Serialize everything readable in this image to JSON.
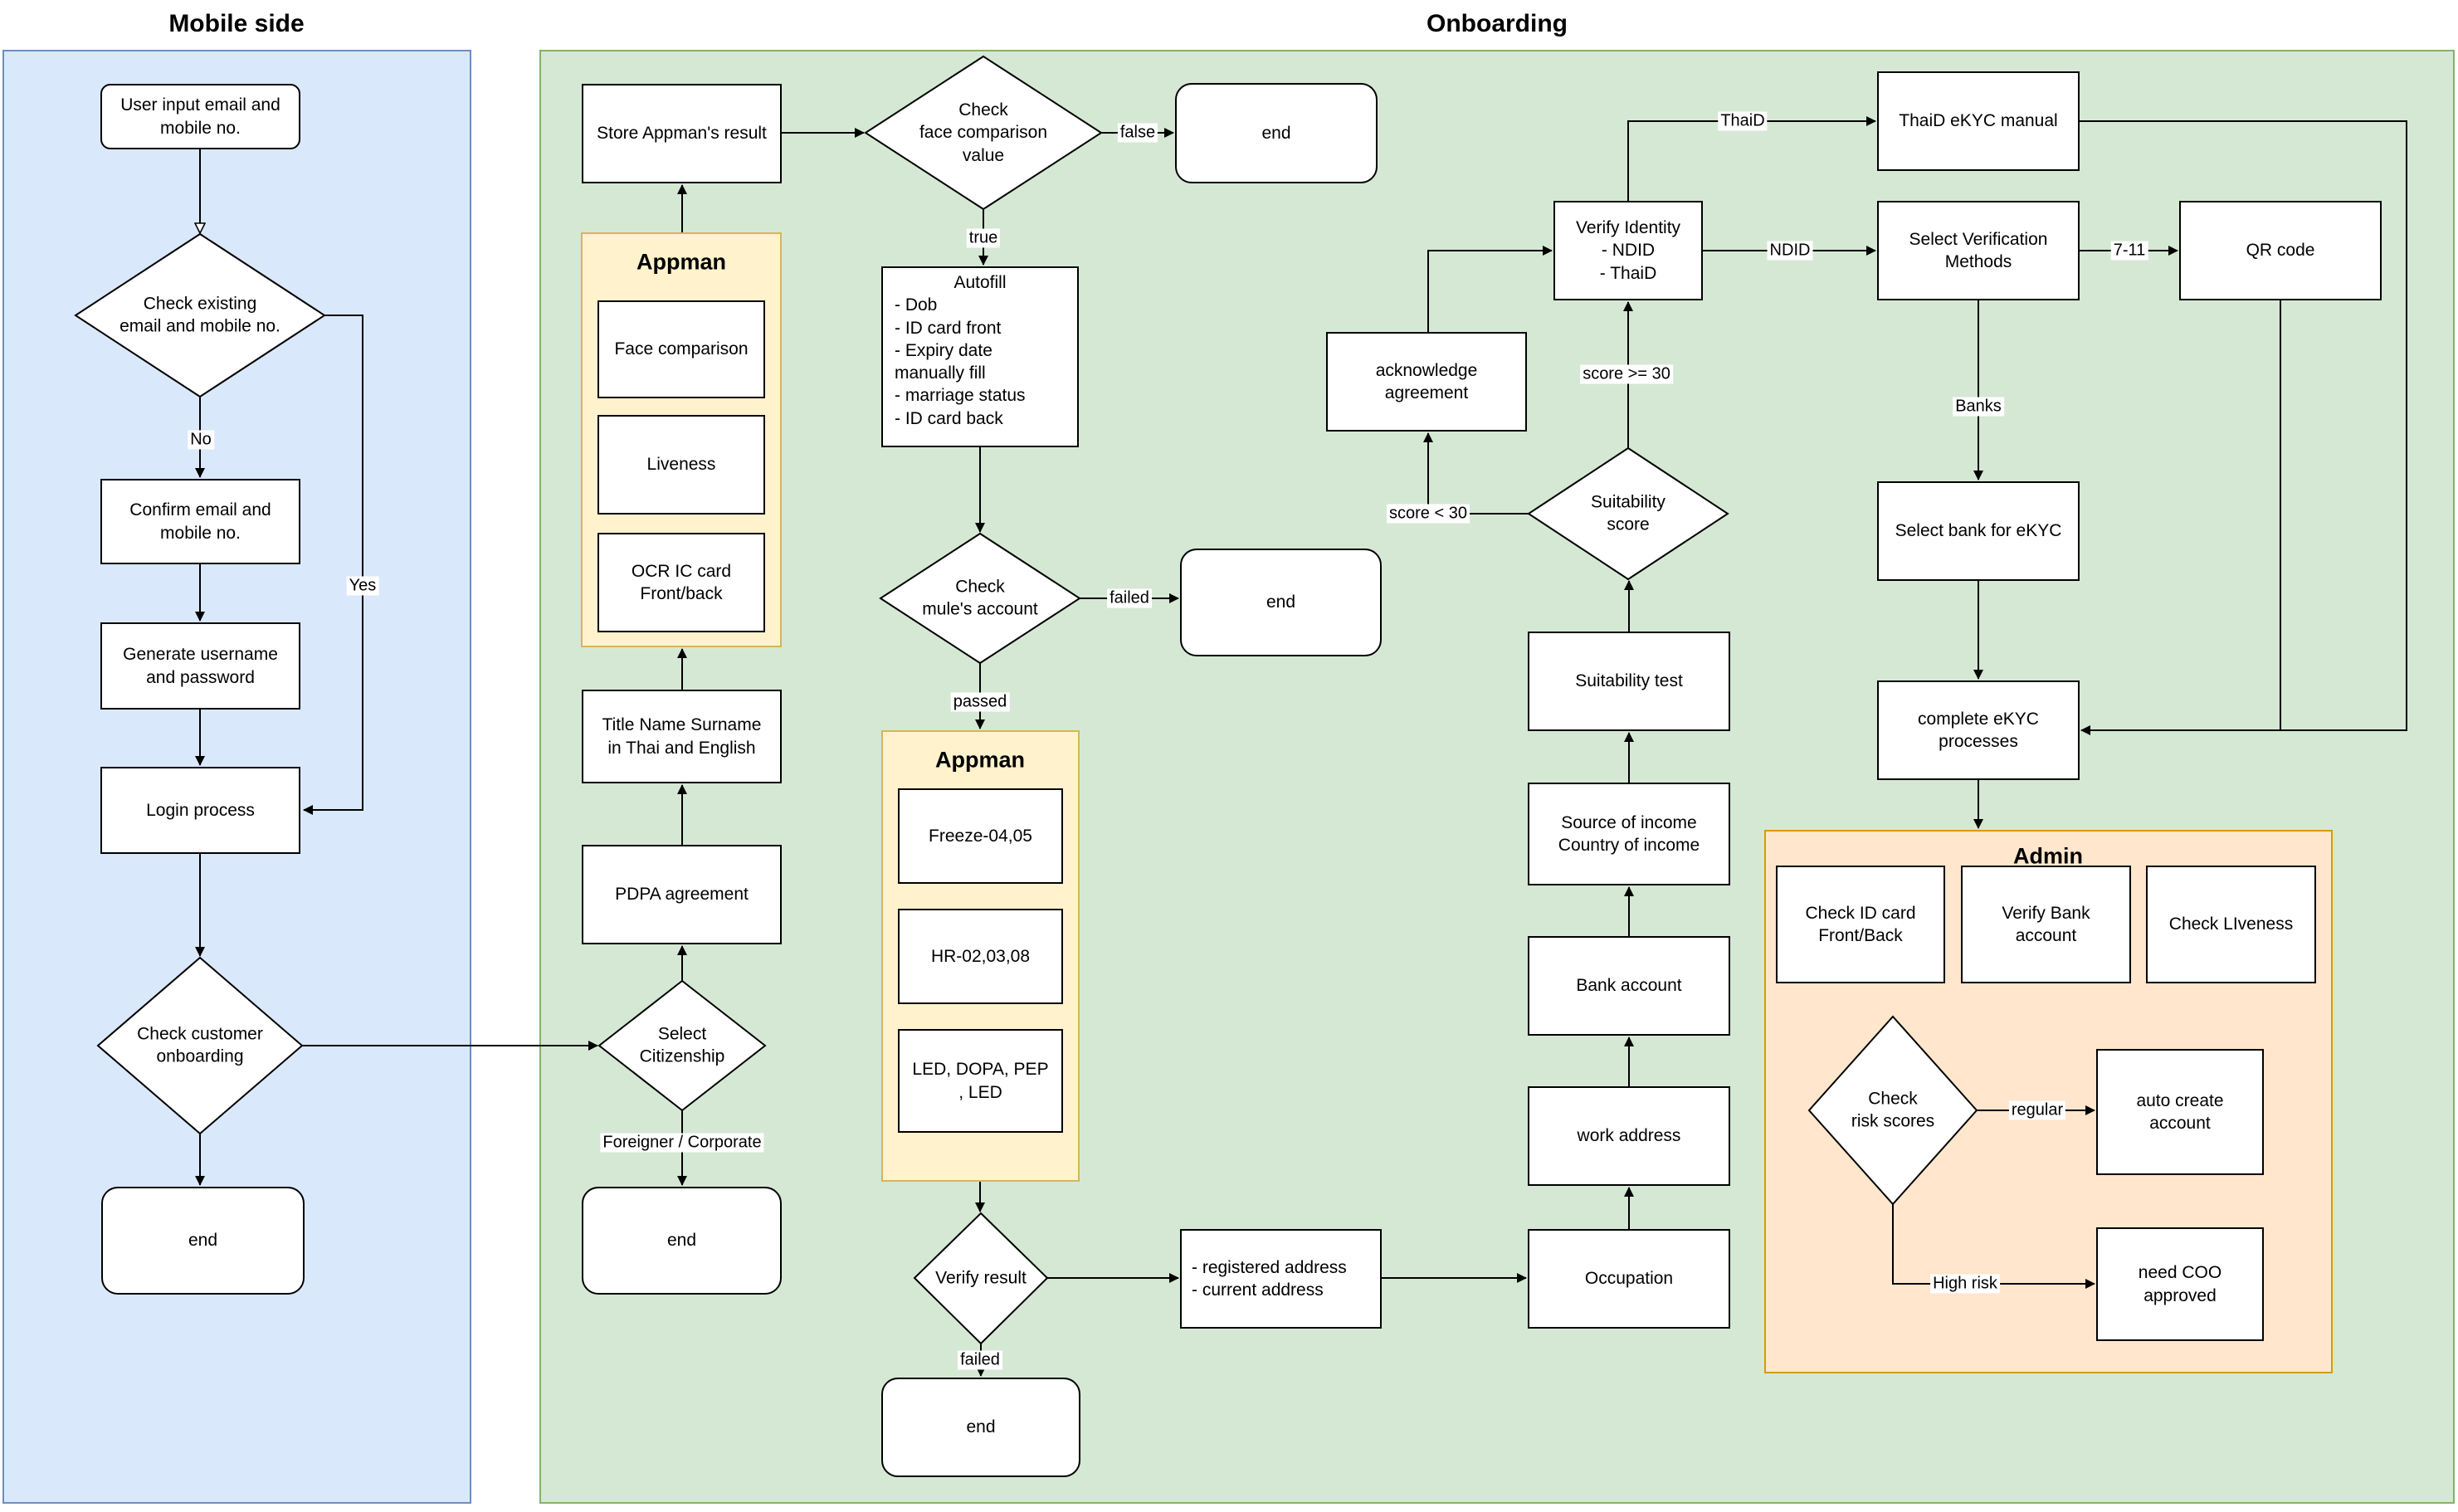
{
  "titles": {
    "mobile": "Mobile side",
    "onboarding": "Onboarding"
  },
  "colors": {
    "mobile_panel_fill": "#dae8fc",
    "mobile_panel_border": "#6c8ebf",
    "onboarding_panel_fill": "#d5e8d4",
    "onboarding_panel_border": "#82b366",
    "appman_fill": "#fff2cc",
    "appman_border": "#d6b656",
    "admin_fill": "#ffe6cc",
    "admin_border": "#d79b00",
    "node_fill": "#ffffff",
    "node_border": "#000000"
  },
  "mobile": {
    "user_input": "User input email and\nmobile no.",
    "check_existing": "Check existing\nemail and mobile no.",
    "no": "No",
    "yes": "Yes",
    "confirm": "Confirm email and\nmobile no.",
    "generate": "Generate username\nand password",
    "login": "Login process",
    "check_onboarding": "Check customer\nonboarding",
    "end": "end"
  },
  "onboarding": {
    "store_result": "Store Appman's result",
    "check_face": "Check\nface comparison\nvalue",
    "false_label": "false",
    "true_label": "true",
    "end_face": "end",
    "appman1": {
      "title": "Appman",
      "items": [
        "Face comparison",
        "Liveness",
        "OCR IC card\nFront/back"
      ]
    },
    "title_name": "Title Name Surname\nin Thai and English",
    "pdpa": "PDPA agreement",
    "select_citizenship": "Select\nCitizenship",
    "foreigner_corporate": "Foreigner / Corporate",
    "end_citizenship": "end",
    "autofill": {
      "title": "Autofill",
      "items": "- Dob\n- ID card front\n- Expiry date\n   manually fill\n- marriage status\n- ID card back"
    },
    "check_mule": "Check\nmule's account",
    "failed": "failed",
    "passed": "passed",
    "end_mule": "end",
    "appman2": {
      "title": "Appman",
      "items": [
        "Freeze-04,05",
        "HR-02,03,08",
        "LED, DOPA, PEP\n, LED"
      ]
    },
    "verify_result": "Verify result",
    "end_verify": "end",
    "reg_address": "- registered address\n- current address",
    "occupation": "Occupation",
    "work_address": "work address",
    "bank_account": "Bank account",
    "source_income": "Source of income\nCountry of income",
    "suitability_test": "Suitability test",
    "suitability_score": "Suitability\nscore",
    "score_lt": "score < 30",
    "score_gte": "score >= 30",
    "acknowledge": "acknowledge\nagreement",
    "verify_identity": "Verify Identity\n- NDID\n- ThaiD",
    "thaid": "ThaiD",
    "ndid": "NDID",
    "thaid_manual": "ThaiD eKYC manual",
    "select_methods": "Select Verification\nMethods",
    "seven_eleven": "7-11",
    "qr": "QR code",
    "banks": "Banks",
    "select_bank": "Select bank for eKYC",
    "complete": "complete eKYC\nprocesses"
  },
  "admin": {
    "title": "Admin",
    "check_id": "Check ID card\nFront/Back",
    "verify_bank": "Verify Bank\naccount",
    "check_liveness": "Check LIveness",
    "check_risk": "Check\nrisk scores",
    "regular": "regular",
    "high_risk": "High risk",
    "auto_create": "auto create\naccount",
    "need_coo": "need COO\napproved"
  }
}
